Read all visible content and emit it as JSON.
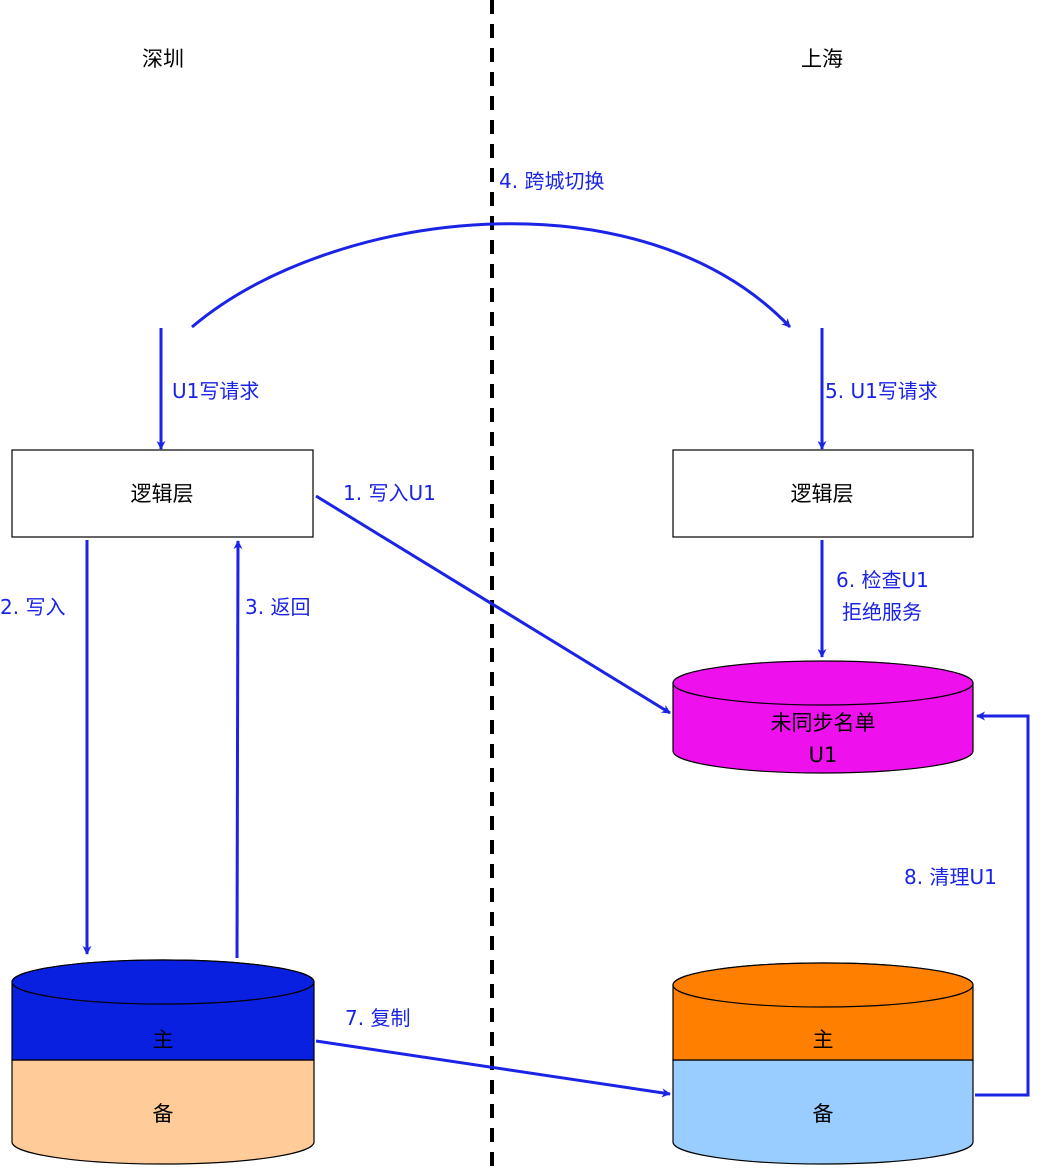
{
  "colors": {
    "edge": "#1a23e6",
    "outline": "#000000",
    "master_shenzhen": "#0a20e0",
    "standby_shenzhen": "#ffcc99",
    "unsynced_list": "#ee11ee",
    "master_shanghai": "#ff8000",
    "standby_shanghai": "#99ccff"
  },
  "regions": {
    "left": "深圳",
    "right": "上海"
  },
  "nodes": {
    "sz_logic": "逻辑层",
    "sh_logic": "逻辑层",
    "sz_master": "主",
    "sz_standby": "备",
    "sh_master": "主",
    "sh_standby": "备",
    "unsynced_line1": "未同步名单",
    "unsynced_line2": "U1"
  },
  "edges": {
    "sz_write_request": "U1写请求",
    "step1": "1. 写入U1",
    "step2": "2. 写入",
    "step3": "3. 返回",
    "step4": "4. 跨城切换",
    "step5": "5. U1写请求",
    "step6_line1": "6. 检查U1",
    "step6_line2": "拒绝服务",
    "step7": "7. 复制",
    "step8": "8. 清理U1"
  }
}
